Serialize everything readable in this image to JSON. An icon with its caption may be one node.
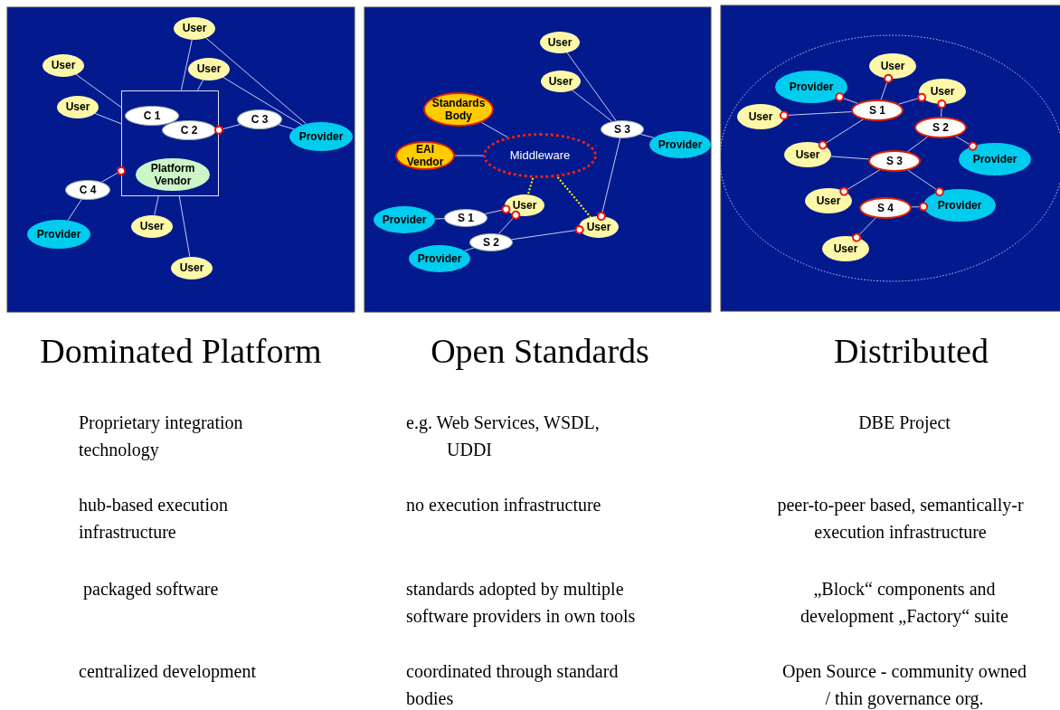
{
  "diagram": {
    "nodes": [
      {
        "text": [],
        "shape": "box"
      },
      {
        "text": [
          "C 1"
        ],
        "in": 0
      },
      {
        "text": [
          "C 2"
        ],
        "in": 0
      },
      {
        "text": [
          "Platform Vendor"
        ],
        "in": 0
      },
      {
        "text": [
          "User"
        ]
      },
      {
        "text": [
          "User"
        ]
      },
      {
        "text": [
          "User"
        ]
      },
      {
        "text": [
          "User"
        ]
      },
      {
        "text": [
          "C 3"
        ]
      },
      {
        "text": [
          "Provider"
        ]
      },
      {
        "text": [
          "C 4"
        ]
      },
      {
        "text": [
          "Provider"
        ]
      },
      {
        "text": [
          "User"
        ]
      },
      {
        "text": [
          "User"
        ]
      },
      {
        "text": [
          "User"
        ]
      },
      {
        "text": [
          "User"
        ]
      },
      {
        "text": [
          "Standards Body"
        ]
      },
      {
        "text": [
          "EAI Vendor"
        ]
      },
      {
        "text": [
          "Middleware"
        ]
      },
      {
        "text": [
          "S 3"
        ]
      },
      {
        "text": [
          "Provider"
        ]
      },
      {
        "text": [
          "User"
        ]
      },
      {
        "text": [
          "Provider"
        ]
      },
      {
        "text": [
          "S 1"
        ]
      },
      {
        "text": [
          "S 2"
        ]
      },
      {
        "text": [
          "User"
        ]
      },
      {
        "text": [
          "Provider"
        ]
      },
      {
        "text": [
          "User"
        ]
      },
      {
        "text": [
          "Provider"
        ]
      },
      {
        "text": [
          "User"
        ]
      },
      {
        "text": [
          "User"
        ]
      },
      {
        "text": [
          "S 1"
        ]
      },
      {
        "text": [
          "S 2"
        ]
      },
      {
        "text": [
          "User"
        ]
      },
      {
        "text": [
          "Provider"
        ]
      },
      {
        "text": [
          "S 3"
        ]
      },
      {
        "text": [
          "User"
        ]
      },
      {
        "text": [
          "Provider"
        ]
      },
      {
        "text": [
          "S 4"
        ]
      },
      {
        "text": [
          "User"
        ]
      }
    ],
    "edges": [
      {
        "from": 4,
        "to": 0,
        "arrow": "none"
      },
      {
        "from": 5,
        "to": 0,
        "arrow": "none"
      },
      {
        "from": 7,
        "to": 0,
        "arrow": "none"
      },
      {
        "from": 6,
        "to": 0,
        "arrow": "none"
      },
      {
        "from": 4,
        "to": 9,
        "arrow": "none"
      },
      {
        "from": 6,
        "to": 9,
        "arrow": "none"
      },
      {
        "from": 8,
        "to": 0,
        "arrow": "other"
      },
      {
        "from": 8,
        "to": 9,
        "arrow": "none"
      },
      {
        "from": 10,
        "to": 0,
        "arrow": "other"
      },
      {
        "from": 10,
        "to": 11,
        "arrow": "none"
      },
      {
        "from": 12,
        "to": 0,
        "arrow": "none"
      },
      {
        "from": 13,
        "to": 0,
        "arrow": "none"
      },
      {
        "from": 14,
        "to": 19,
        "arrow": "none"
      },
      {
        "from": 15,
        "to": 19,
        "arrow": "none"
      },
      {
        "from": 19,
        "to": 20,
        "arrow": "none"
      },
      {
        "from": 16,
        "to": 18,
        "arrow": "none"
      },
      {
        "from": 17,
        "to": 18,
        "arrow": "none"
      },
      {
        "from": 18,
        "to": 21,
        "arrow": "none",
        "style": "dashed",
        "color": "#ffff00"
      },
      {
        "from": 18,
        "to": 25,
        "arrow": "none",
        "style": "dashed",
        "color": "#ffff00"
      },
      {
        "from": 19,
        "to": 25,
        "arrow": "other"
      },
      {
        "from": 23,
        "to": 21,
        "arrow": "other"
      },
      {
        "from": 22,
        "to": 23,
        "arrow": "none"
      },
      {
        "from": 24,
        "to": 21,
        "arrow": "other"
      },
      {
        "from": 24,
        "to": 25,
        "arrow": "other"
      },
      {
        "from": 24,
        "to": 26,
        "arrow": "none"
      },
      {
        "from": 31,
        "to": 27,
        "arrow": "other"
      },
      {
        "from": 31,
        "to": 28,
        "arrow": "other"
      },
      {
        "from": 31,
        "to": 29,
        "arrow": "other"
      },
      {
        "from": 31,
        "to": 30,
        "arrow": "other"
      },
      {
        "from": 31,
        "to": 33,
        "arrow": "other"
      },
      {
        "from": 32,
        "to": 29,
        "arrow": "other"
      },
      {
        "from": 32,
        "to": 34,
        "arrow": "other"
      },
      {
        "from": 32,
        "to": 35,
        "arrow": "none"
      },
      {
        "from": 35,
        "to": 33,
        "arrow": "none"
      },
      {
        "from": 35,
        "to": 36,
        "arrow": "other"
      },
      {
        "from": 35,
        "to": 37,
        "arrow": "other"
      },
      {
        "from": 38,
        "to": 37,
        "arrow": "other"
      },
      {
        "from": 38,
        "to": 39,
        "arrow": "other"
      }
    ],
    "labels": [
      "Dominated Platform",
      "Open Standards",
      "Distributed",
      "Proprietary integration technology",
      "e.g. Web Services, WSDL, UDDI",
      "DBE Project",
      "hub-based execution infrastructure",
      "no execution infrastructure",
      "peer-to-peer based, semantically-r execution infrastructure",
      "packaged software",
      "standards adopted by multiple software providers in own tools",
      "„Block“ components and development „Factory“ suite",
      "centralized development",
      "coordinated through standard bodies",
      "Open Source - community owned / thin governance org."
    ]
  }
}
